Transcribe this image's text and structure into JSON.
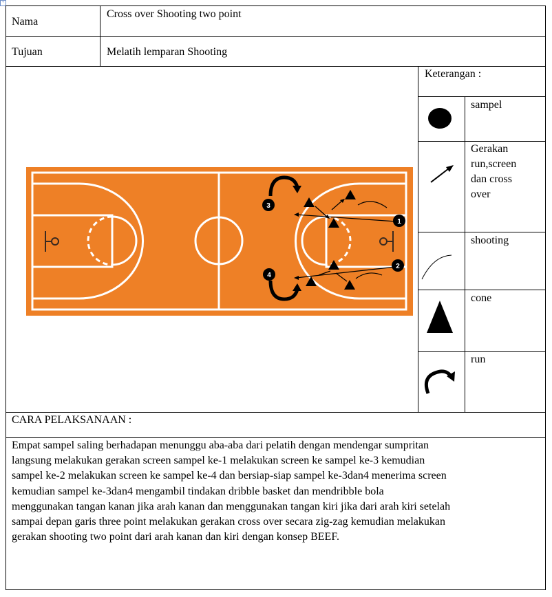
{
  "header": {
    "nama_label": "Nama",
    "nama_value": "Cross over Shooting two point",
    "tujuan_label": "Tujuan",
    "tujuan_value": "Melatih  lemparan  Shooting"
  },
  "legend": {
    "title": "Keterangan  :",
    "items": [
      {
        "icon": "filled-circle",
        "label": "sampel"
      },
      {
        "icon": "arrow",
        "label_lines": [
          "Gerakan",
          "run,screen",
          "dan cross",
          "over"
        ]
      },
      {
        "icon": "arc",
        "label": "shooting"
      },
      {
        "icon": "triangle",
        "label": "cone"
      },
      {
        "icon": "curved-arrow",
        "label": "run"
      }
    ]
  },
  "diagram": {
    "court_color": "#ee8026",
    "players": [
      "1",
      "2",
      "3",
      "4"
    ]
  },
  "procedure": {
    "title": "CARA PELAKSANAAN  :",
    "lines": [
      "Empat  sampel  saling  berhadapan  menunggu  aba-aba  dari pelatih  dengan mendengar  sumpritan",
      "langsung  melakukan  gerakan  screen sampel ke-1  melakukan  screen ke sampel ke-3  kemudian",
      "sampel ke-2  melakukan  screen ke sampel ke-4  dan bersiap-siap  sampel ke-3dan4  menerima  screen",
      "kemudian  sampel ke-3dan4   mengambil  tindakan  dribble  basket  dan mendribble  bola",
      "menggunakan  tangan kanan jika arah kanan  dan menggunakan  tangan kiri  jika  dari arah kiri  setelah",
      "sampai  depan garis  three point melakukan  gerakan  cross over secara zig-zag  kemudian  melakukan",
      "gerakan  shooting two point dari arah kanan  dan kiri    dengan konsep BEEF."
    ]
  }
}
